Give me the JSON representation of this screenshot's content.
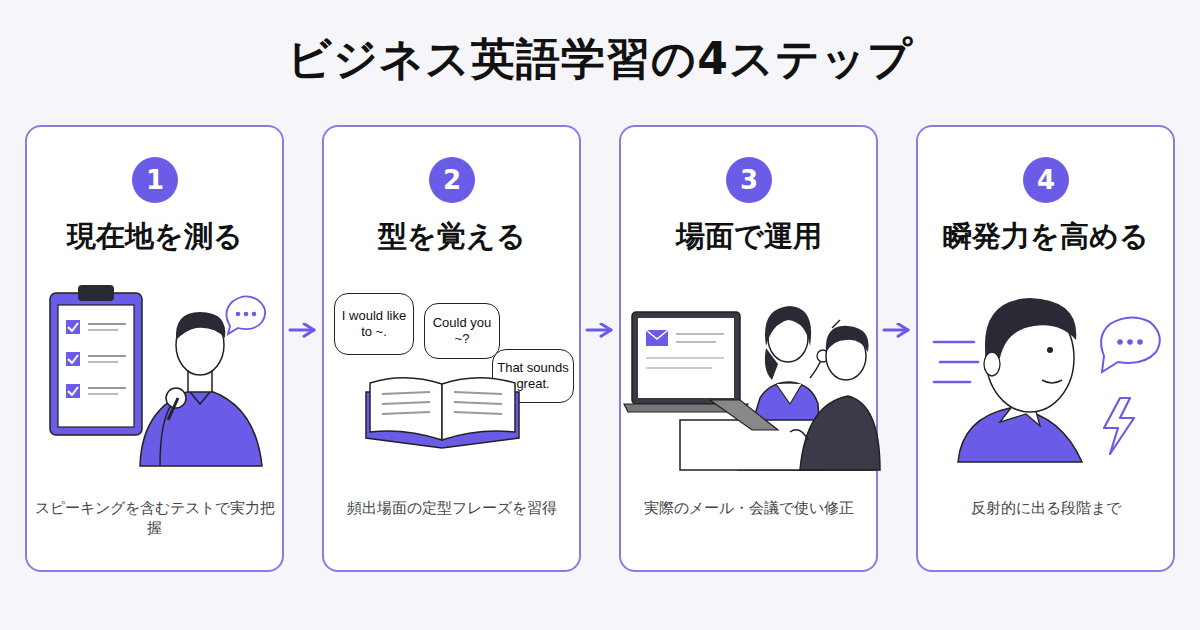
{
  "diagram": {
    "title": "ビジネス英語学習の4ステップ",
    "nodes": [
      {
        "text": [
          "現在地を測る",
          "スピーキングを含むテストで実力把握"
        ]
      },
      {
        "text": [
          "1"
        ],
        "in": 0
      },
      {
        "text": [
          "型を覚える",
          "頻出場面の定型フレーズを習得"
        ]
      },
      {
        "text": [
          "2"
        ],
        "in": 2
      },
      {
        "text": [
          "I would like to ~."
        ],
        "in": 2
      },
      {
        "text": [
          "Could you ~?"
        ],
        "in": 2
      },
      {
        "text": [
          "That sounds great."
        ],
        "in": 2
      },
      {
        "text": [
          "場面で運用",
          "実際のメール・会議で使い修正"
        ]
      },
      {
        "text": [
          "3"
        ],
        "in": 7
      },
      {
        "text": [
          "瞬発力を高める",
          "反射的に出る段階まで"
        ]
      },
      {
        "text": [
          "4"
        ],
        "in": 9
      }
    ],
    "edges": [
      {
        "from": 0,
        "to": 2,
        "arrow": "to"
      },
      {
        "from": 2,
        "to": 7,
        "arrow": "to"
      },
      {
        "from": 7,
        "to": 9,
        "arrow": "to"
      }
    ]
  }
}
